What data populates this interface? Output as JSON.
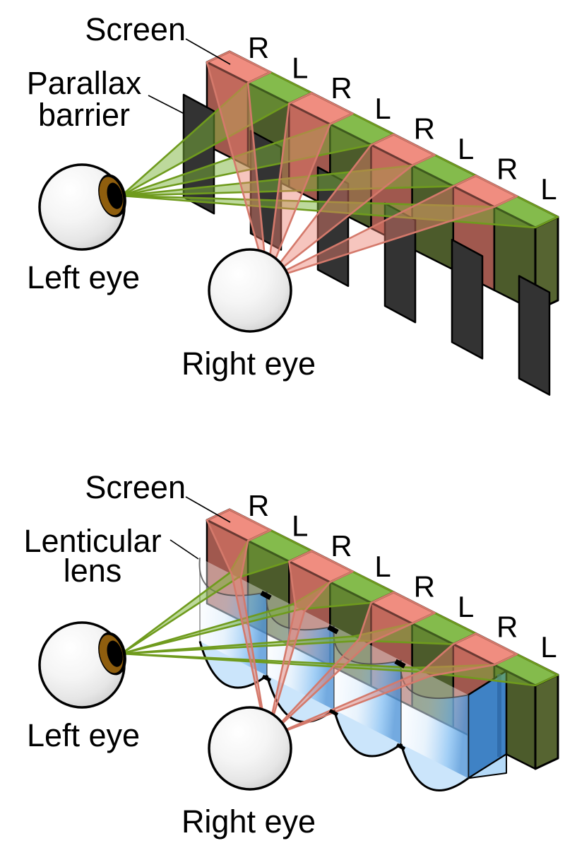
{
  "figure": {
    "panels_count": 2
  },
  "colors": {
    "background": "#ffffff",
    "pixel_r_top": "#f59a8f",
    "pixel_l_top": "#8dc35f",
    "pixel_r_front": "#a0584e",
    "pixel_l_front": "#4c5b2b",
    "screen_side": "#566431",
    "barrier_slat": "#333333",
    "beam_left_fill": "rgba(124,179,58,0.50)",
    "beam_left_stroke": "#6f9b1d",
    "beam_right_fill": "rgba(234,126,110,0.45)",
    "beam_right_stroke": "#d4796b",
    "outline": "#000000",
    "eye_sclera_edge": "#cccccc",
    "iris_brown": "#8f5e0e",
    "pupil": "#000000",
    "lens_substrate": "#3f82c5",
    "lens_substrate_stripe": "#2a62a0",
    "lens_substrate_bottom": "#b5daf8",
    "lens_cap_bottom": "#cbe5fb"
  },
  "diagrams": [
    {
      "id": "parallax-barrier",
      "type": "barrier",
      "labels": {
        "screen": "Screen",
        "device_line1": "Parallax",
        "device_line2": "barrier",
        "left_eye": "Left eye",
        "right_eye": "Right eye"
      },
      "pixels": [
        "R",
        "L",
        "R",
        "L",
        "R",
        "L",
        "R",
        "L"
      ]
    },
    {
      "id": "lenticular-lens",
      "type": "lens",
      "labels": {
        "screen": "Screen",
        "device_line1": "Lenticular",
        "device_line2": "lens",
        "left_eye": "Left eye",
        "right_eye": "Right eye"
      },
      "pixels": [
        "R",
        "L",
        "R",
        "L",
        "R",
        "L",
        "R",
        "L"
      ]
    }
  ]
}
